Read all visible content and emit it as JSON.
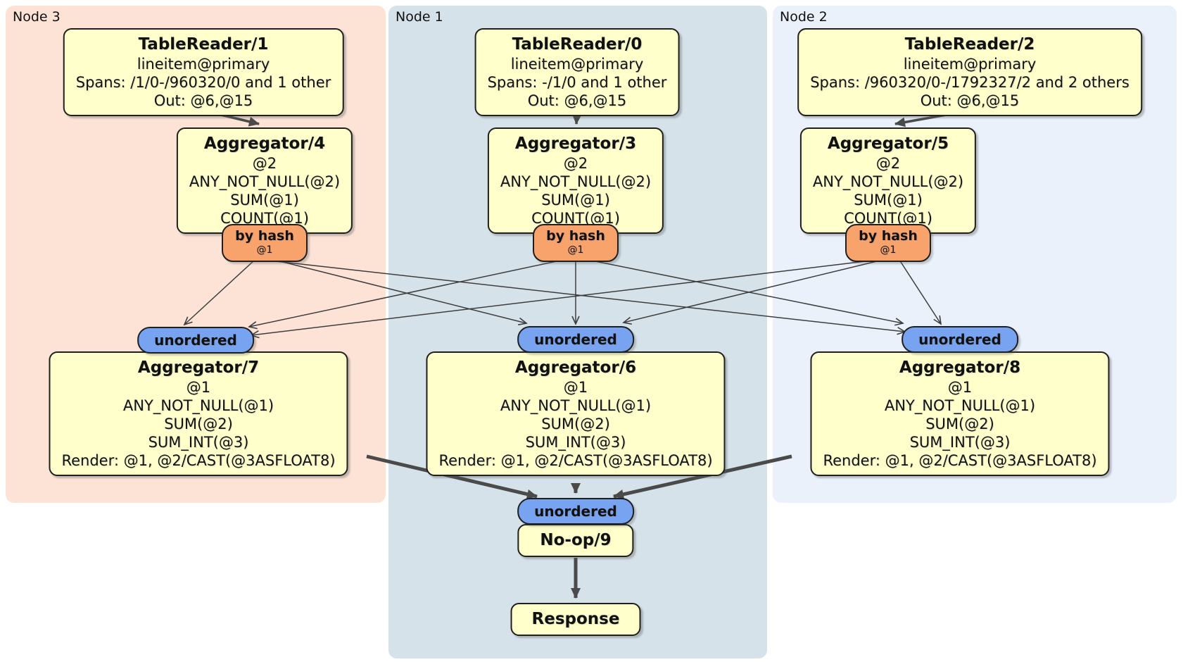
{
  "title": "DistSQL physical plan diagram",
  "nodes": [
    {
      "label": "Node 3",
      "bg": "#fce3d6"
    },
    {
      "label": "Node 1",
      "bg": "#d5e2e9"
    },
    {
      "label": "Node 2",
      "bg": "#eaf1fb"
    }
  ],
  "boxes": {
    "tr1": {
      "title": "TableReader/1",
      "lines": [
        "lineitem@primary",
        "Spans: /1/0-/960320/0 and 1 other",
        "Out: @6,@15"
      ]
    },
    "tr0": {
      "title": "TableReader/0",
      "lines": [
        "lineitem@primary",
        "Spans: -/1/0 and 1 other",
        "Out: @6,@15"
      ]
    },
    "tr2": {
      "title": "TableReader/2",
      "lines": [
        "lineitem@primary",
        "Spans: /960320/0-/1792327/2 and 2 others",
        "Out: @6,@15"
      ]
    },
    "agg4": {
      "title": "Aggregator/4",
      "lines": [
        "@2",
        "ANY_NOT_NULL(@2)",
        "SUM(@1)",
        "COUNT(@1)"
      ]
    },
    "agg3": {
      "title": "Aggregator/3",
      "lines": [
        "@2",
        "ANY_NOT_NULL(@2)",
        "SUM(@1)",
        "COUNT(@1)"
      ]
    },
    "agg5": {
      "title": "Aggregator/5",
      "lines": [
        "@2",
        "ANY_NOT_NULL(@2)",
        "SUM(@1)",
        "COUNT(@1)"
      ]
    },
    "agg7": {
      "title": "Aggregator/7",
      "lines": [
        "@1",
        "ANY_NOT_NULL(@1)",
        "SUM(@2)",
        "SUM_INT(@3)",
        "Render: @1, @2/CAST(@3ASFLOAT8)"
      ]
    },
    "agg6": {
      "title": "Aggregator/6",
      "lines": [
        "@1",
        "ANY_NOT_NULL(@1)",
        "SUM(@2)",
        "SUM_INT(@3)",
        "Render: @1, @2/CAST(@3ASFLOAT8)"
      ]
    },
    "agg8": {
      "title": "Aggregator/8",
      "lines": [
        "@1",
        "ANY_NOT_NULL(@1)",
        "SUM(@2)",
        "SUM_INT(@3)",
        "Render: @1, @2/CAST(@3ASFLOAT8)"
      ]
    },
    "noop": {
      "title": "No-op/9"
    },
    "response": {
      "title": "Response"
    }
  },
  "routers": {
    "by_hash_label": "by hash",
    "by_hash_sub": "@1",
    "unordered_label": "unordered"
  },
  "colors": {
    "processor_box": "#ffffcc",
    "hash_router": "#f8a36c",
    "sync_pill": "#78a3f0",
    "edge": "#3d3d3d",
    "node3_bg": "#fce3d6",
    "node1_bg": "#d5e2e9",
    "node2_bg": "#eaf1fb"
  }
}
